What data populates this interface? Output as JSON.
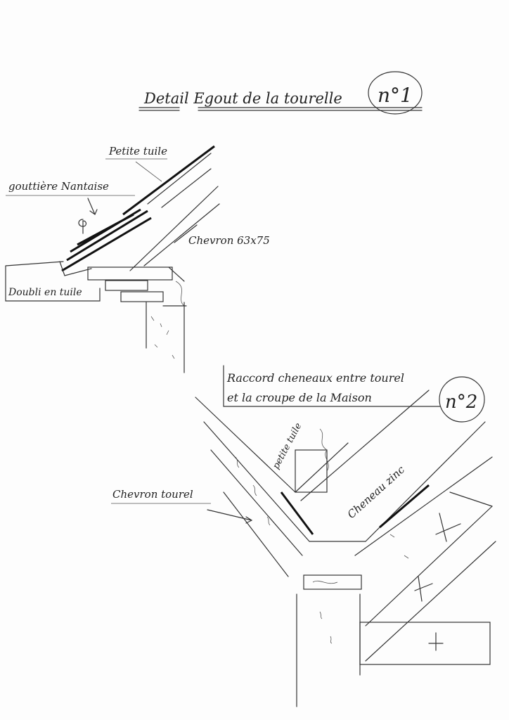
{
  "detail1": {
    "title": "Detail Egout de la tourelle",
    "number": "n°1",
    "labels": {
      "petite_tuile": "Petite tuile",
      "gouttiere": "gouttière Nantaise",
      "chevron": "Chevron 63x75",
      "doubli": "Doubli en tuile"
    }
  },
  "detail2": {
    "title_line1": "Raccord cheneaux entre tourel",
    "title_line2": "et la croupe de la Maison",
    "number": "n°2",
    "labels": {
      "petite_tuile": "petite tuile",
      "cheneau": "Cheneau zinc",
      "chevron": "Chevron tourel"
    }
  }
}
